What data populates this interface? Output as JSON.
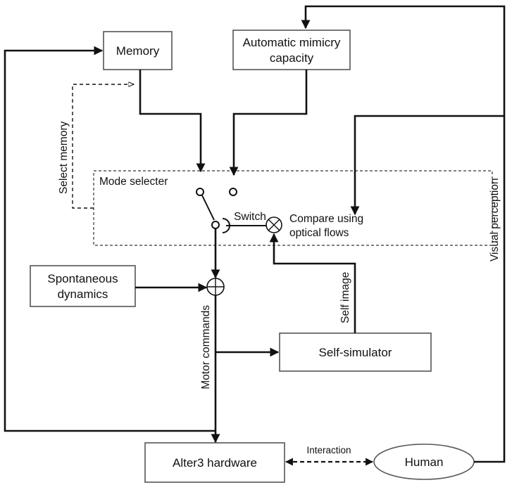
{
  "nodes": {
    "memory": "Memory",
    "mimicry_line1": "Automatic mimicry",
    "mimicry_line2": "capacity",
    "spontaneous_line1": "Spontaneous",
    "spontaneous_line2": "dynamics",
    "self_simulator": "Self-simulator",
    "alter3": "Alter3 hardware",
    "human": "Human",
    "compare_line1": "Compare using",
    "compare_line2": "optical flows"
  },
  "labels": {
    "mode_selecter": "Mode selecter",
    "switch": "Switch",
    "select_memory": "Select memory",
    "visual_perception": "Visual perception",
    "self_image": "Self image",
    "motor_commands": "Motor commands",
    "interaction": "Interaction"
  }
}
